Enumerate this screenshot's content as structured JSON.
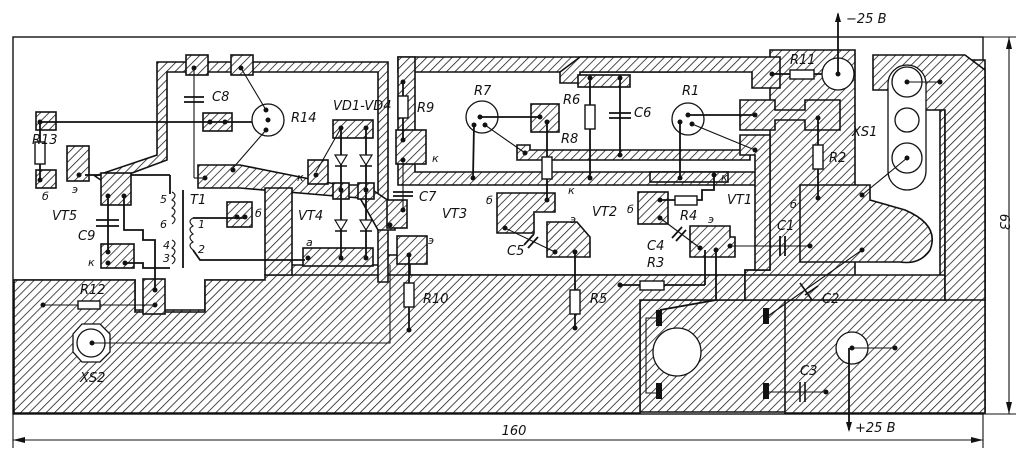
{
  "diagram": {
    "type": "printed-circuit-board-layout",
    "colors": {
      "ink": "#111111",
      "background": "#ffffff"
    },
    "dimensions": {
      "width_label": "160",
      "height_label": "63"
    },
    "power": {
      "negative": "−25 В",
      "positive": "+25 В"
    },
    "components": {
      "resistors": [
        "R1",
        "R2",
        "R3",
        "R4",
        "R5",
        "R6",
        "R7",
        "R8",
        "R9",
        "R10",
        "R11",
        "R12",
        "R13",
        "R14"
      ],
      "capacitors": [
        "C1",
        "C2",
        "C3",
        "C4",
        "C5",
        "C6",
        "C7",
        "C8",
        "C9"
      ],
      "transistors": [
        "VT1",
        "VT2",
        "VT3",
        "VT4",
        "VT5"
      ],
      "diodes": "VD1-VD4",
      "transformer": "T1",
      "connectors": [
        "XS1",
        "XS2"
      ]
    },
    "labels": {
      "R1": "R1",
      "R2": "R2",
      "R3": "R3",
      "R4": "R4",
      "R5": "R5",
      "R6": "R6",
      "R7": "R7",
      "R8": "R8",
      "R9": "R9",
      "R10": "R10",
      "R11": "R11",
      "R12": "R12",
      "R13": "R13",
      "R14": "R14",
      "C1": "C1",
      "C2": "C2",
      "C3": "C3",
      "C4": "C4",
      "C5": "C5",
      "C6": "C6",
      "C7": "C7",
      "C8": "C8",
      "C9": "C9",
      "VT1": "VT1",
      "VT2": "VT2",
      "VT3": "VT3",
      "VT4": "VT4",
      "VT5": "VT5",
      "VD": "VD1-VD4",
      "T1": "T1",
      "XS1": "XS1",
      "XS2": "XS2"
    },
    "pin_labels": {
      "base": "б",
      "emitter": "э",
      "collector": "к",
      "anode": "а",
      "t1_pin1": "1",
      "t1_pin2": "2",
      "t1_pin3": "3",
      "t1_pin4": "4",
      "t1_pin5": "5",
      "t1_pin6": "6"
    }
  }
}
